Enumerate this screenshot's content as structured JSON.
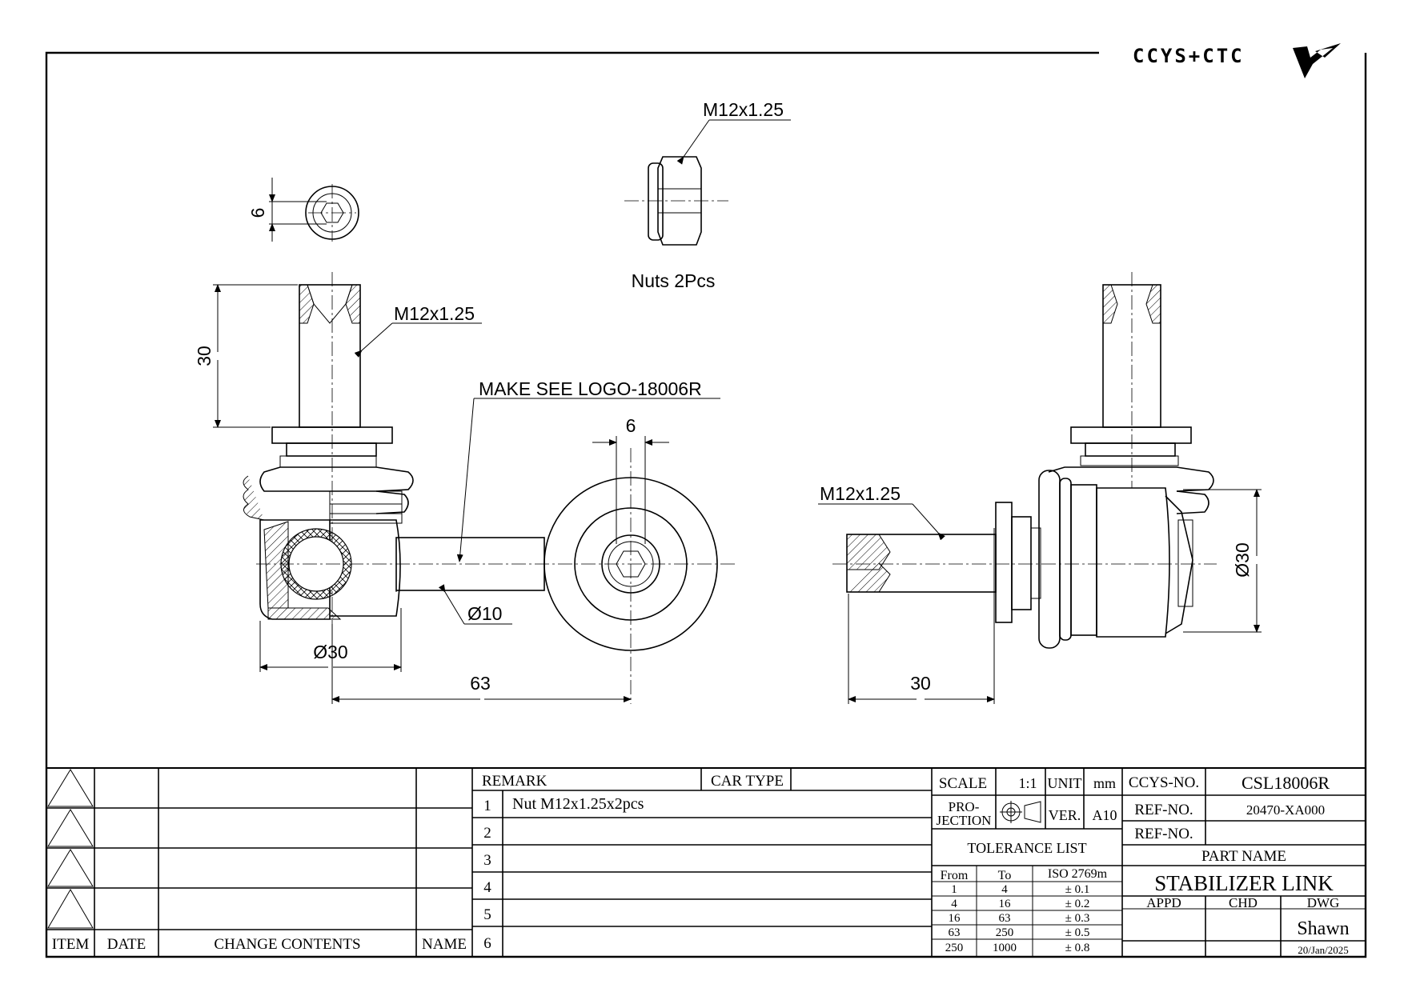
{
  "logo": {
    "text": "CCYS+CTC"
  },
  "drawing": {
    "callouts": {
      "nut_thread": "M12x1.25",
      "stud_thread": "M12x1.25",
      "shaft_thread": "M12x1.25",
      "make_see_logo": "MAKE SEE LOGO-18006R",
      "nuts_note": "Nuts 2Pcs"
    },
    "dimensions": {
      "hex_size_top": "6",
      "stud_length": "30",
      "hex_size_eye": "6",
      "rod_dia": "Ø10",
      "ball_dia": "Ø30",
      "center_distance": "63",
      "shaft_length": "30",
      "housing_dia": "Ø30"
    }
  },
  "revision_block": {
    "headers": {
      "item": "ITEM",
      "date": "DATE",
      "change": "CHANGE CONTENTS",
      "name": "NAME"
    }
  },
  "remarks": {
    "remark_label": "REMARK",
    "car_type_label": "CAR TYPE",
    "rows": [
      {
        "no": "1",
        "text": "Nut M12x1.25x2pcs"
      },
      {
        "no": "2",
        "text": ""
      },
      {
        "no": "3",
        "text": ""
      },
      {
        "no": "4",
        "text": ""
      },
      {
        "no": "5",
        "text": ""
      },
      {
        "no": "6",
        "text": ""
      }
    ]
  },
  "spec": {
    "scale_label": "SCALE",
    "scale_value": "1:1",
    "unit_label": "UNIT",
    "unit_value": "mm",
    "projection_label_1": "PRO-",
    "projection_label_2": "JECTION",
    "ver_label": "VER.",
    "ver_value": "A10",
    "tolerance_title": "TOLERANCE LIST",
    "tol_headers": {
      "from": "From",
      "to": "To",
      "iso": "ISO 2769m"
    },
    "tolerances": [
      {
        "from": "1",
        "to": "4",
        "tol": "± 0.1"
      },
      {
        "from": "4",
        "to": "16",
        "tol": "± 0.2"
      },
      {
        "from": "16",
        "to": "63",
        "tol": "± 0.3"
      },
      {
        "from": "63",
        "to": "250",
        "tol": "± 0.5"
      },
      {
        "from": "250",
        "to": "1000",
        "tol": "± 0.8"
      }
    ]
  },
  "title_block": {
    "ccys_no_label": "CCYS-NO.",
    "ccys_no": "CSL18006R",
    "ref_no_label_1": "REF-NO.",
    "ref_no_1": "20470-XA000",
    "ref_no_label_2": "REF-NO.",
    "ref_no_2": "",
    "part_name_label": "PART NAME",
    "part_name": "STABILIZER LINK",
    "appd_label": "APPD",
    "chd_label": "CHD",
    "dwg_label": "DWG",
    "drawn_by": "Shawn",
    "date": "20/Jan/2025"
  }
}
